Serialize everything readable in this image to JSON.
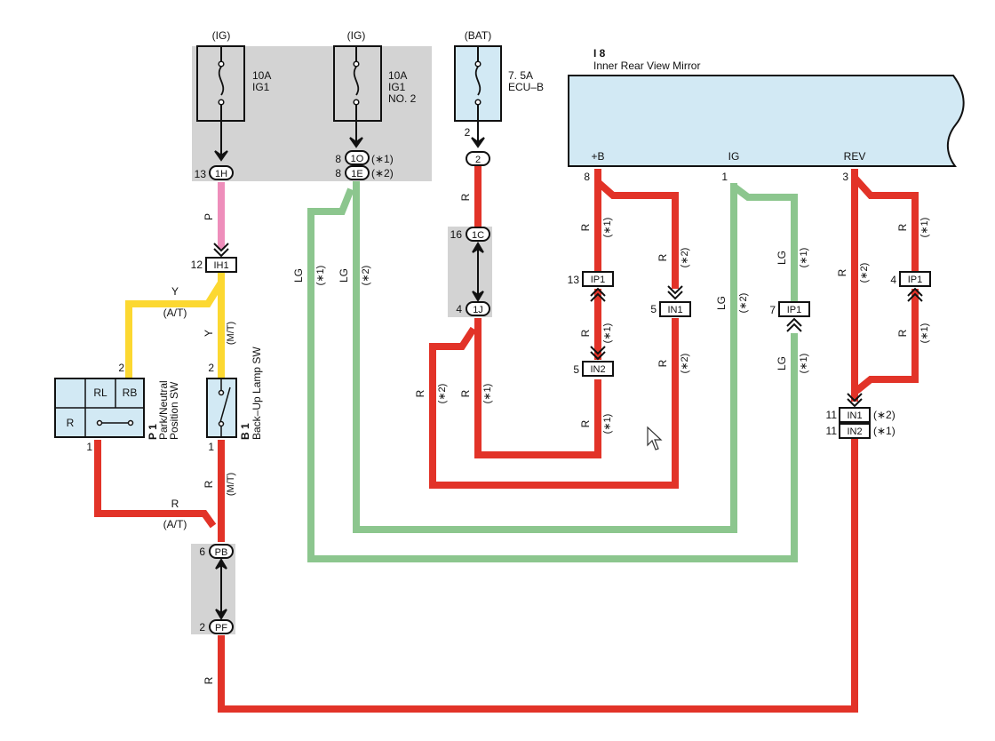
{
  "colors": {
    "wire_red": "#e23328",
    "wire_green": "#8cc68e",
    "wire_yellow": "#fcd831",
    "wire_pink": "#ee8ebb",
    "component_fill": "#d2e9f4",
    "junction_block": "#d3d3d3"
  },
  "fuses": [
    {
      "supply": "(IG)",
      "rating": "10A",
      "name": "IG1",
      "name2": ""
    },
    {
      "supply": "(IG)",
      "rating": "10A",
      "name": "IG1",
      "name2": "NO. 2"
    },
    {
      "supply": "(BAT)",
      "rating": "7. 5A",
      "name": "ECU–B",
      "name2": ""
    }
  ],
  "mirror": {
    "code": "I 8",
    "name": "Inner Rear View Mirror",
    "pins": [
      {
        "label": "+B",
        "num": "8"
      },
      {
        "label": "IG",
        "num": "1"
      },
      {
        "label": "REV",
        "num": "3"
      }
    ]
  },
  "park_switch": {
    "code": "P 1",
    "name_line1": "Park/Neutral",
    "name_line2": "Position SW",
    "cells": [
      "RL",
      "RB",
      "R"
    ],
    "pin_top": "2",
    "pin_bottom": "1"
  },
  "backup_switch": {
    "code": "B 1",
    "name": "Back–Up Lamp SW",
    "pin_top": "2",
    "pin_bottom": "1"
  },
  "connectors": {
    "c1H": {
      "num": "13",
      "id": "1H"
    },
    "c1O": {
      "num": "8",
      "id": "1O",
      "note": "(∗1)"
    },
    "c1E": {
      "num": "8",
      "id": "1E",
      "note": "(∗2)"
    },
    "c2": {
      "num": "2",
      "id": "2"
    },
    "c1C": {
      "num": "16",
      "id": "1C"
    },
    "c1J": {
      "num": "4",
      "id": "1J"
    },
    "cIH1": {
      "num": "12",
      "id": "IH1"
    },
    "cIP1a": {
      "num": "13",
      "id": "IP1"
    },
    "cIN2a": {
      "num": "5",
      "id": "IN2"
    },
    "cIN1a": {
      "num": "5",
      "id": "IN1"
    },
    "cIP1b": {
      "num": "7",
      "id": "IP1"
    },
    "cIP1c": {
      "num": "4",
      "id": "IP1"
    },
    "cIN1b": {
      "num": "11",
      "id": "IN1",
      "note": "(∗2)"
    },
    "cIN2b": {
      "num": "11",
      "id": "IN2",
      "note": "(∗1)"
    },
    "cPB": {
      "num": "6",
      "id": "PB"
    },
    "cPF": {
      "num": "2",
      "id": "PF"
    }
  },
  "wire_labels": {
    "P": "P",
    "Y": "Y",
    "R": "R",
    "LG": "LG",
    "AT": "(A/T)",
    "MT": "(M/T)",
    "n1": "(∗1)",
    "n2": "(∗2)"
  }
}
